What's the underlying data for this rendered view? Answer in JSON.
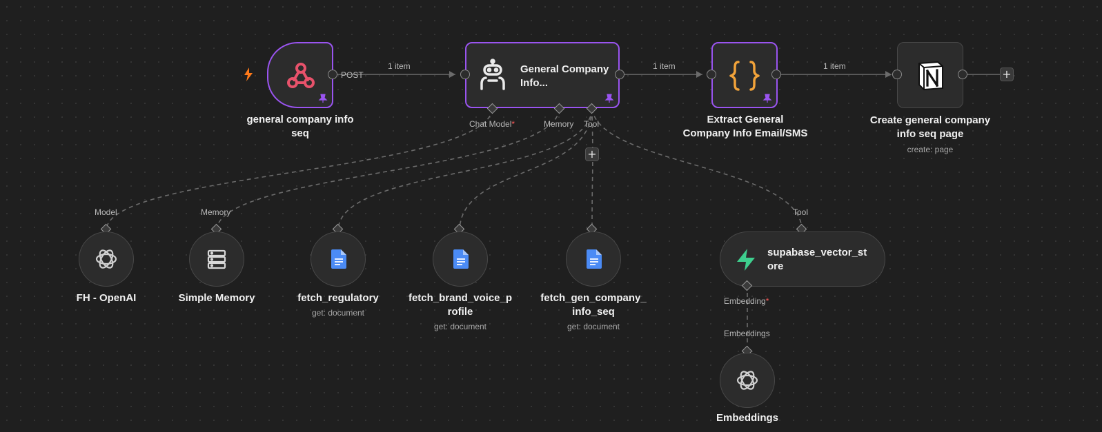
{
  "nodes": {
    "webhook": {
      "title": "general company info seq",
      "out_label": "POST",
      "icon": "webhook-icon",
      "icon_color": "#e8526b"
    },
    "agent": {
      "title": "General Company Info...",
      "icon": "robot-icon",
      "ports": {
        "chat_model": "Chat Model",
        "memory": "Memory",
        "tool": "Tool"
      }
    },
    "extract": {
      "title_line1": "Extract General",
      "title_line2": "Company Info Email/SMS",
      "icon": "code-braces-icon",
      "icon_color": "#f2a33a"
    },
    "notion": {
      "title_line1": "Create general company",
      "title_line2": "info seq page",
      "subtitle": "create: page",
      "icon": "notion-icon"
    },
    "openai": {
      "title": "FH - OpenAI",
      "port_label": "Model",
      "icon": "openai-icon"
    },
    "memory": {
      "title": "Simple Memory",
      "port_label": "Memory",
      "icon": "database-icon"
    },
    "fetch_regulatory": {
      "title": "fetch_regulatory",
      "subtitle": "get: document",
      "icon": "google-docs-icon"
    },
    "fetch_brand": {
      "title_line1": "fetch_brand_voice_p",
      "title_line2": "rofile",
      "subtitle": "get: document",
      "icon": "google-docs-icon"
    },
    "fetch_gen": {
      "title_line1": "fetch_gen_company_",
      "title_line2": "info_seq",
      "subtitle": "get: document",
      "icon": "google-docs-icon"
    },
    "supabase": {
      "title_line1": "supabase_vector_st",
      "title_line2": "ore",
      "port_label": "Tool",
      "embedding_label": "Embedding",
      "icon": "supabase-icon",
      "icon_color": "#3ecf8e"
    },
    "embeddings": {
      "title": "Embeddings",
      "port_label": "Embeddings",
      "icon": "openai-icon"
    }
  },
  "edges": {
    "webhook_agent": "1 item",
    "agent_extract": "1 item",
    "extract_notion": "1 item"
  },
  "required_marker": "*",
  "plus_symbol": "+",
  "colors": {
    "accent": "#9a54f0",
    "trigger": "#ff7a1a",
    "background": "#1f1f1f"
  }
}
